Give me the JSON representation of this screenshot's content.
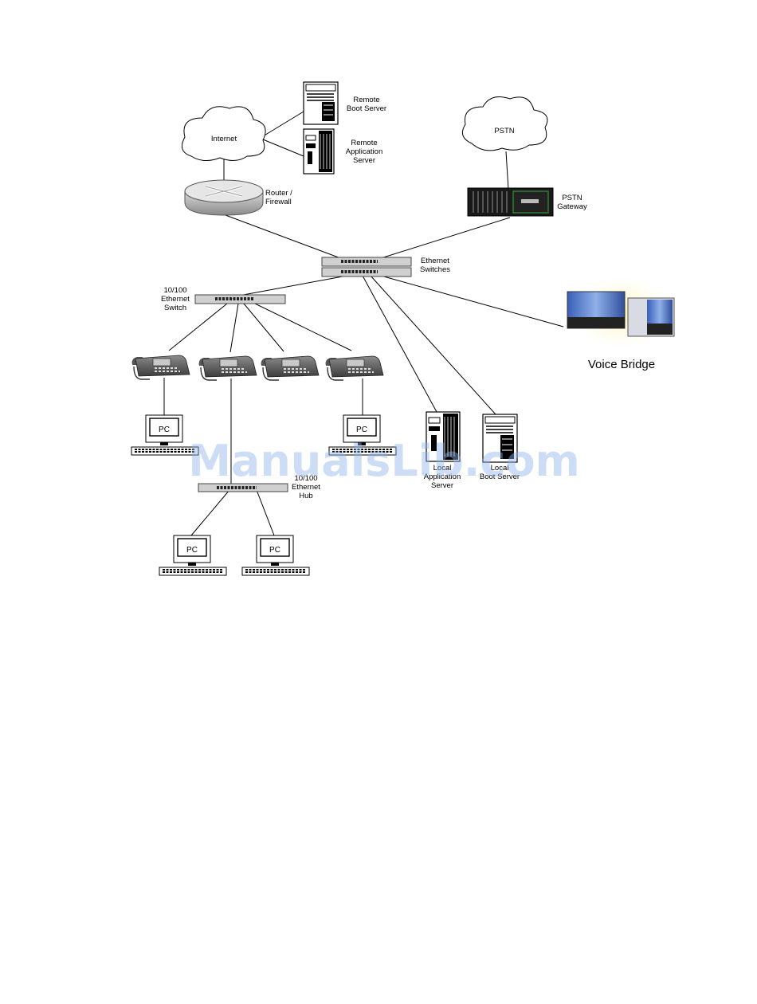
{
  "diagram": {
    "labels": {
      "internet": "Internet",
      "pstn": "PSTN",
      "remote_boot_server": [
        "Remote",
        "Boot Server"
      ],
      "remote_application_server": [
        "Remote",
        "Application",
        "Server"
      ],
      "router_firewall": [
        "Router /",
        "Firewall"
      ],
      "pstn_gateway": [
        "PSTN",
        "Gateway"
      ],
      "ethernet_switches": [
        "Ethernet",
        "Switches"
      ],
      "switch_10_100": [
        "10/100",
        "Ethernet",
        "Switch"
      ],
      "voice_bridge": "Voice Bridge",
      "pc": "PC",
      "local_application_server": [
        "Local",
        "Application",
        "Server"
      ],
      "local_boot_server": [
        "Local",
        "Boot Server"
      ],
      "hub_10_100": [
        "10/100",
        "Ethernet",
        "Hub"
      ]
    },
    "watermark": "ManualsLib.com"
  }
}
